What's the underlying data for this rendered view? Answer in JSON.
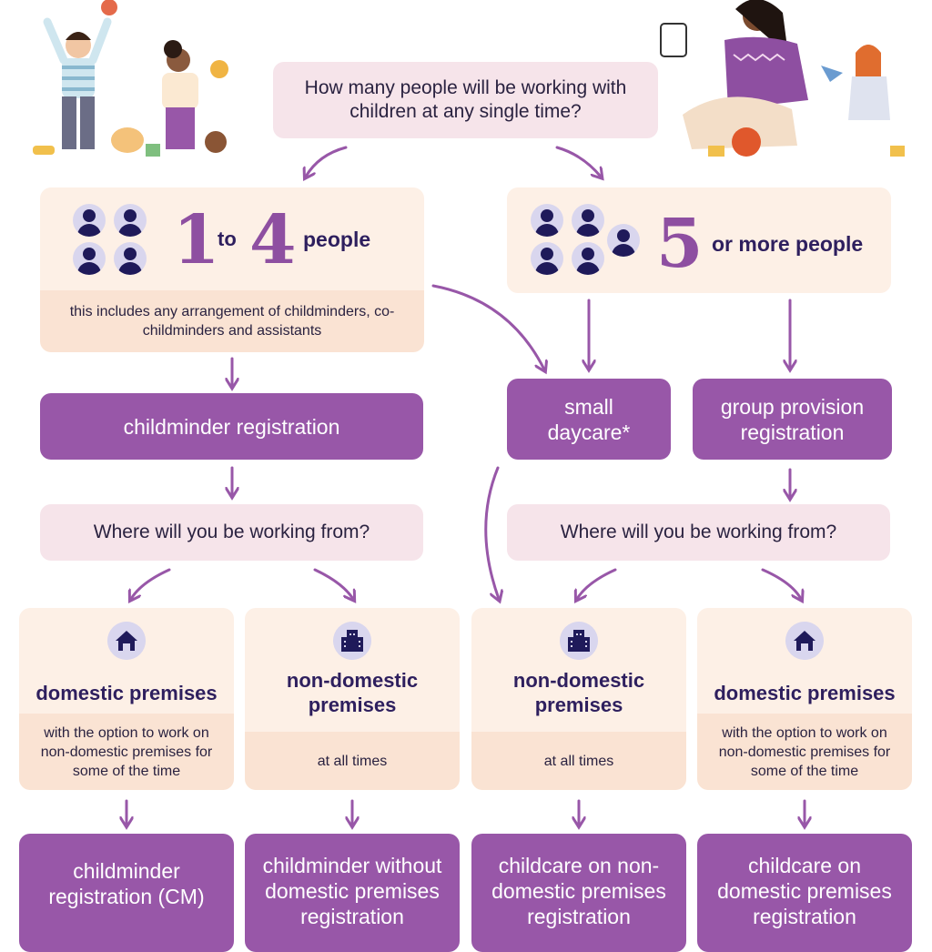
{
  "question_people": "How many people will be working with children at any single time?",
  "option_small": {
    "num_from": "1",
    "to_word": "to",
    "num_to": "4",
    "people_word": "people",
    "note": "this includes any arrangement of childminders, co-childminders and assistants"
  },
  "option_large": {
    "num": "5",
    "suffix": "or more people"
  },
  "childminder_registration": "childminder registration",
  "small_daycare": "small daycare*",
  "group_provision_registration": "group provision registration",
  "question_where_left": "Where will you be working from?",
  "question_where_right": "Where will you be working from?",
  "premises": [
    {
      "title": "domestic premises",
      "icon": "house-icon",
      "note": "with the option to work on non-domestic premises for some of the time"
    },
    {
      "title": "non-domestic premises",
      "icon": "building-icon",
      "note": "at all times"
    },
    {
      "title": "non-domestic premises",
      "icon": "building-icon",
      "note": "at all times"
    },
    {
      "title": "domestic premises",
      "icon": "house-icon",
      "note": "with the option to work on non-domestic premises for some of the time"
    }
  ],
  "outcomes": [
    "childminder registration (CM)",
    "childminder without domestic premises registration",
    "childcare on non-domestic premises registration",
    "childcare on domestic premises registration"
  ],
  "colors": {
    "accent": "#9857a8",
    "pink_box": "#f6e4ea",
    "peach_box": "#fdf0e6",
    "band": "#fae3d3",
    "dark_text": "#2e1f5e"
  }
}
